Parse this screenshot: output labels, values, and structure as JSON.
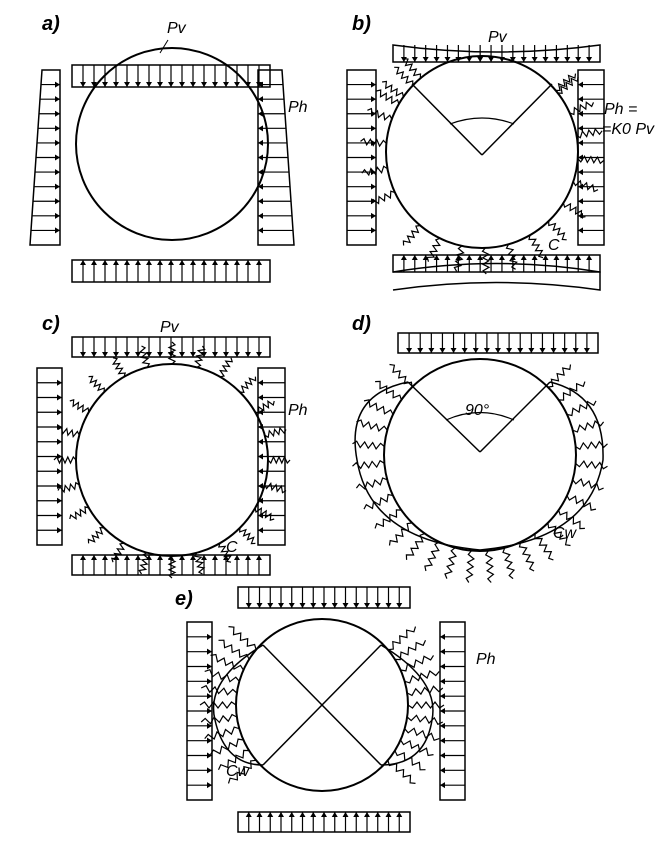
{
  "panels": {
    "a": {
      "label": "a)",
      "pv": "Pv",
      "ph": "Ph"
    },
    "b": {
      "label": "b)",
      "pv": "Pv",
      "ph_line1": "Ph =",
      "ph_line2": "=K0 Pv",
      "c": "C"
    },
    "c": {
      "label": "c)",
      "pv": "Pv",
      "ph": "Ph",
      "c": "C"
    },
    "d": {
      "label": "d)",
      "angle": "90°",
      "cw": "Cw"
    },
    "e": {
      "label": "e)",
      "ph": "Ph",
      "cw": "Cw"
    }
  },
  "colors": {
    "ink": "#000000",
    "background": "#ffffff"
  }
}
